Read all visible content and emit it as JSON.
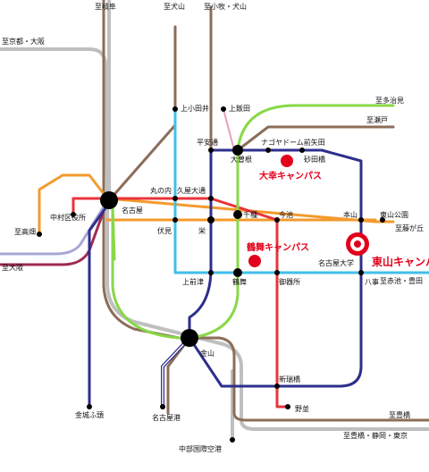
{
  "colors": {
    "jr_chuo": "#bfbfbf",
    "meitetsu_inuyama": "#8c6d58",
    "meijo_line": "#88d848",
    "tsurumai_line": "#3fbfe8",
    "sakuradori_line": "#e8343c",
    "higashiyama_line": "#f39a2c",
    "meijo_circle": "#2e2e8c",
    "tokaido_line": "#a02a52",
    "aonami_line": "#a7a7d7",
    "kamiiida_line": "#e8a0b8",
    "campus_marker": "#e3001b"
  },
  "destinations": {
    "gifu": "至岐阜",
    "inuyama": "至犬山",
    "komaki_inuyama": "至小牧・犬山",
    "kyoto_osaka": "至京都・大阪",
    "tajimi": "至多治見",
    "seto": "至瀬戸",
    "fujigaoka": "至藤が丘",
    "akaike_toyota": "至赤池・豊田",
    "takabata": "至高畑",
    "osaka": "至大阪",
    "toyohashi": "至豊橋",
    "toyohashi_shizuoka_tokyo": "至豊橋・静岡・東京"
  },
  "stations": {
    "nagoya": "名古屋",
    "nakamura_kuyakusho": "中村区役所",
    "kanjo_futo": "金城ふ頭",
    "nagoyako": "名古屋港",
    "chubu_airport": "中部国際空港",
    "kamiotai": "上小田井",
    "kamiiida": "上飯田",
    "heian_dori": "平安通",
    "nagoya_dome_mae_yada": "ナゴヤドーム前矢田",
    "ozone": "大曽根",
    "sunadabashi": "砂田橋",
    "marunouchi": "丸の内",
    "hisaya_odori": "久屋大通",
    "chikusa": "千種",
    "imaike": "今池",
    "motoyama": "本山",
    "higashiyama_koen": "東山公園",
    "fushimi": "伏見",
    "sakae": "栄",
    "nagoya_daigaku": "名古屋大学",
    "kamimaezu": "上前津",
    "tsurumai": "鶴舞",
    "gokiso": "御器所",
    "yagoto": "八事",
    "kanayama": "金山",
    "aratamabashi": "新瑞橋",
    "nonami": "野並"
  },
  "campuses": {
    "daiko": "大幸キャンパス",
    "tsurumai": "鶴舞キャンパス",
    "higashiyama": "東山キャンパス"
  }
}
